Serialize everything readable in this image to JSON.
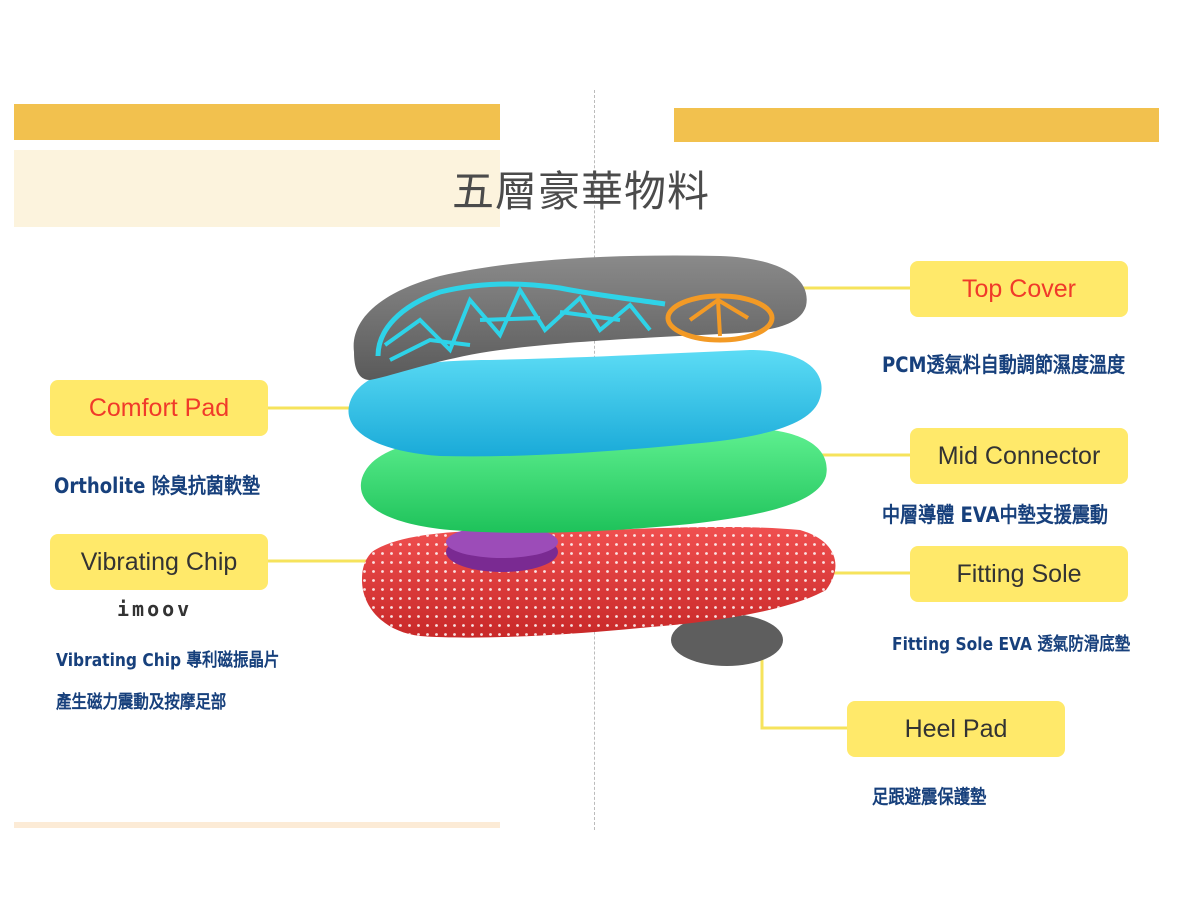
{
  "title": "五層豪華物料",
  "brand": "imoov",
  "colors": {
    "accent_bar": "#F2C14E",
    "label_box": "#FFE96A",
    "label_text_red": "#F03A2A",
    "description_text": "#17407C",
    "top_cover_layer": "#6D6D6D",
    "comfort_pad_layer": "#2EC4EA",
    "mid_connector_layer": "#2FD66A",
    "fitting_sole_layer": "#E23B3B",
    "vibrating_chip": "#8E3AA6",
    "heel_pad": "#5E5E5E"
  },
  "labels": {
    "top_cover": "Top Cover",
    "comfort_pad": "Comfort Pad",
    "mid_connector": "Mid Connector",
    "vibrating_chip": "Vibrating Chip",
    "fitting_sole": "Fitting Sole",
    "heel_pad": "Heel Pad"
  },
  "descriptions": {
    "top_cover": "PCM透氣料自動調節濕度溫度",
    "comfort_pad": "Ortholite 除臭抗菌軟墊",
    "mid_connector": "中層導體 EVA中墊支援震動",
    "vibrating_chip_1": "Vibrating Chip 專利磁振晶片",
    "vibrating_chip_2": "產生磁力震動及按摩足部",
    "fitting_sole": "Fitting Sole EVA 透氣防滑底墊",
    "heel_pad": "足跟避震保護墊"
  }
}
